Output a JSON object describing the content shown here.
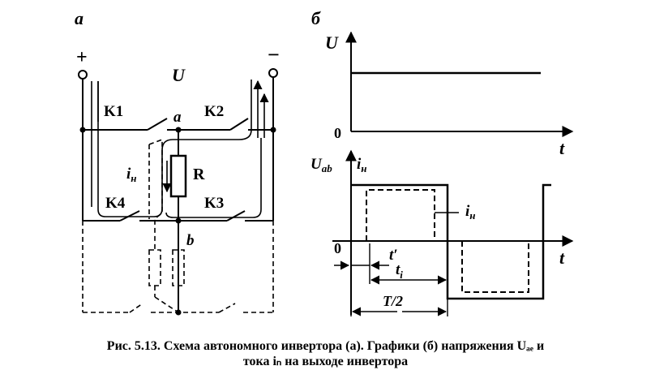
{
  "panel_a": {
    "label": "a",
    "plus": "+",
    "minus": "−",
    "voltage": "U",
    "node_a": "a",
    "node_b": "b",
    "switch_k1": "K1",
    "switch_k2": "K2",
    "switch_k3": "K3",
    "switch_k4": "K4",
    "resistor": "R",
    "current": "i",
    "current_sub": "н"
  },
  "panel_b": {
    "label": "б",
    "top_ylabel": "U",
    "top_zero": "0",
    "top_xlabel": "t",
    "bot_ylabel_u": "U",
    "bot_ylabel_u_sub": "ab",
    "bot_ylabel_i": "i",
    "bot_ylabel_i_sub": "н",
    "curve_label": "i",
    "curve_label_sub": "н",
    "bot_zero": "0",
    "bot_xlabel": "t",
    "t_prime": "t′",
    "t_i": "t",
    "t_i_sub": "i",
    "half_period": "T/2"
  },
  "caption": {
    "line1": "Рис. 5.13. Схема автономного инвертора (а). Графики (б) напряжения Uₐₑ и",
    "line2": "тока iₙ на выходе инвертора"
  }
}
